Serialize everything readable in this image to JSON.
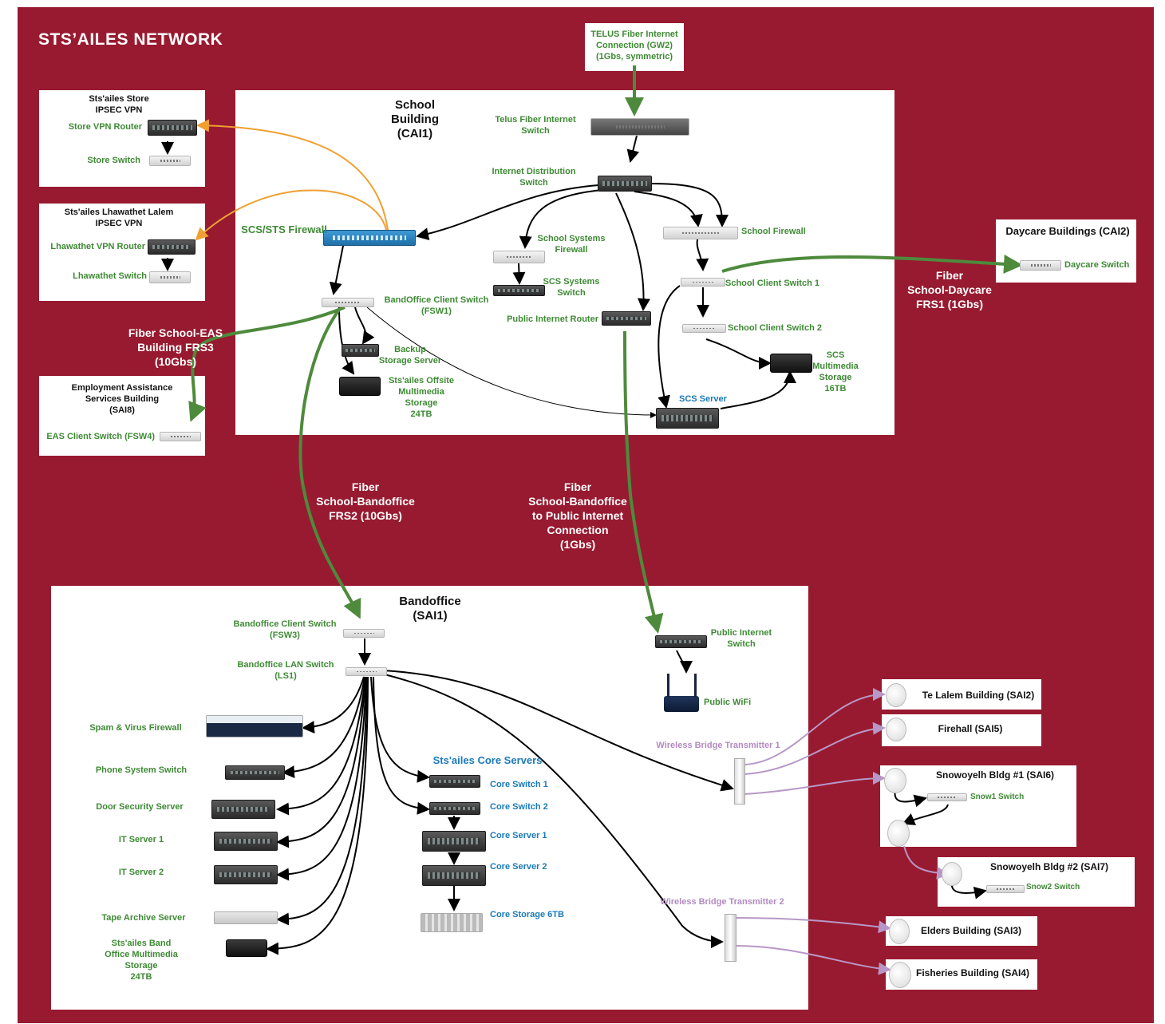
{
  "title": "STS’AILES NETWORK",
  "colors": {
    "background": "#981a30",
    "green_label": "#3e8a34",
    "blue_label": "#1b7ab8",
    "purple_label": "#b38ac2",
    "fiber_green": "#4e8a3c",
    "vpn_orange": "#f0a030",
    "wireless_purple": "#b897c6"
  },
  "telus": {
    "label": "TELUS Fiber Internet\nConnection (GW2)\n(1Gbs, symmetric)"
  },
  "store": {
    "title": "Sts'ailes Store\nIPSEC VPN",
    "router": "Store VPN Router",
    "switch": "Store Switch"
  },
  "lhawathet": {
    "title": "Sts'ailes Lhawathet Lalem\nIPSEC VPN",
    "router": "Lhawathet VPN Router",
    "switch": "Lhawathet Switch"
  },
  "eas": {
    "title": "Employment Assistance\nServices Building\n(SAI8)",
    "switch": "EAS Client Switch (FSW4)"
  },
  "school": {
    "title": "School\nBuilding\n(CAI1)",
    "telus_switch": "Telus Fiber Internet\nSwitch",
    "distribution": "Internet Distribution\nSwitch",
    "scs_firewall": "SCS/STS Firewall",
    "systems_firewall": "School Systems\nFirewall",
    "scs_systems_switch": "SCS Systems\nSwitch",
    "public_router": "Public Internet Router",
    "school_firewall": "School Firewall",
    "client_switch_1": "School Client Switch 1",
    "client_switch_2": "School Client Switch 2",
    "bandoffice_client": "BandOffice Client Switch\n(FSW1)",
    "backup": "Backup\nStorage Server",
    "offsite": "Sts'ailes Offsite\nMultimedia\nStorage\n24TB",
    "scs_server": "SCS Server",
    "scs_multimedia": "SCS\nMultimedia\nStorage\n16TB"
  },
  "daycare": {
    "title": "Daycare Buildings (CAI2)",
    "switch": "Daycare Switch"
  },
  "links": {
    "eas": "Fiber School-EAS\nBuilding FRS3\n(10Gbs)",
    "daycare": "Fiber\nSchool-Daycare\nFRS1 (1Gbs)",
    "bandoffice": "Fiber\nSchool-Bandoffice\nFRS2 (10Gbs)",
    "public": "Fiber\nSchool-Bandoffice\nto Public Internet\nConnection\n(1Gbs)"
  },
  "bandoffice": {
    "title": "Bandoffice\n(SAI1)",
    "client_switch": "Bandoffice Client Switch\n(FSW3)",
    "lan_switch": "Bandoffice LAN Switch\n(LS1)",
    "spam_firewall": "Spam & Virus Firewall",
    "phone_switch": "Phone System Switch",
    "door_server": "Door Security Server",
    "it_server_1": "IT Server 1",
    "it_server_2": "IT Server 2",
    "tape_server": "Tape Archive Server",
    "band_storage": "Sts'ailes Band\nOffice Multimedia\nStorage\n24TB",
    "core_title": "Sts'ailes Core Servers",
    "core_switch_1": "Core Switch 1",
    "core_switch_2": "Core Switch 2",
    "core_server_1": "Core Server 1",
    "core_server_2": "Core Server 2",
    "core_storage": "Core Storage 6TB",
    "public_switch": "Public Internet\nSwitch",
    "public_wifi": "Public WiFi",
    "bridge_1": "Wireless Bridge Transmitter 1",
    "bridge_2": "Wireless Bridge Transmitter 2"
  },
  "remote": {
    "te_lalem": "Te Lalem Building (SAI2)",
    "firehall": "Firehall (SAI5)",
    "snow1": "Snowoyelh Bldg #1 (SAI6)",
    "snow1_switch": "Snow1 Switch",
    "snow2": "Snowoyelh Bldg #2 (SAI7)",
    "snow2_switch": "Snow2 Switch",
    "elders": "Elders Building (SAI3)",
    "fisheries": "Fisheries Building (SAI4)"
  }
}
